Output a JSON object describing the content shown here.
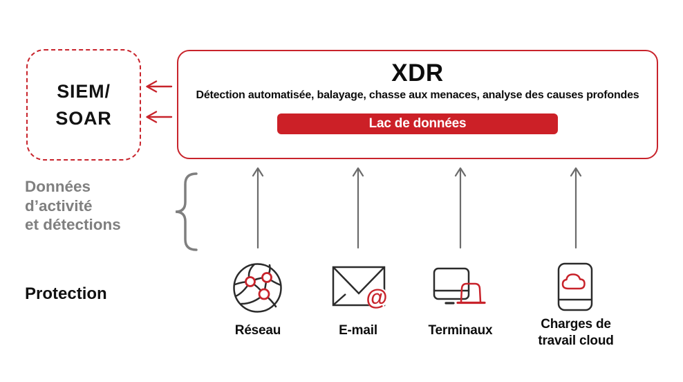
{
  "colors": {
    "accent_red": "#C8232B",
    "data_lake_red": "#CC2027",
    "gray_label": "#7F7F7F",
    "arrow_gray": "#6B6B6B",
    "icon_dark": "#2B2B2B"
  },
  "siem_soar": {
    "line1": "SIEM/",
    "line2": "SOAR"
  },
  "xdr": {
    "title": "XDR",
    "subtitle": "Détection automatisée, balayage, chasse aux menaces, analyse des causes profondes",
    "data_lake_label": "Lac de données"
  },
  "row_labels": {
    "activity_lines": [
      "Données",
      "d’activité",
      "et détections"
    ],
    "protection": "Protection"
  },
  "sources": [
    {
      "label": "Réseau",
      "icon": "network-globe-icon"
    },
    {
      "label": "E-mail",
      "icon": "email-at-icon"
    },
    {
      "label": "Terminaux",
      "icon": "endpoint-devices-icon"
    },
    {
      "label": "Charges de travail cloud",
      "icon": "cloud-workload-icon"
    }
  ]
}
